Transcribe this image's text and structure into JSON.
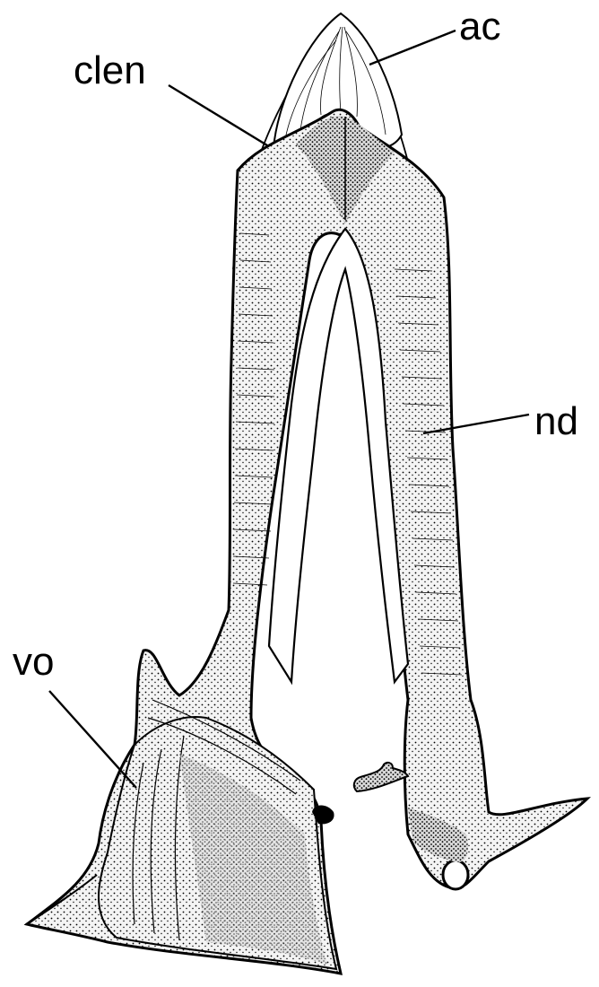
{
  "labels": {
    "ac": "ac",
    "clen": "clen",
    "nd": "nd",
    "vo": "vo"
  },
  "colors": {
    "ink": "#000000",
    "bone": "#f2f2f2",
    "cartilage": "#ffffff",
    "background": "#ffffff"
  }
}
